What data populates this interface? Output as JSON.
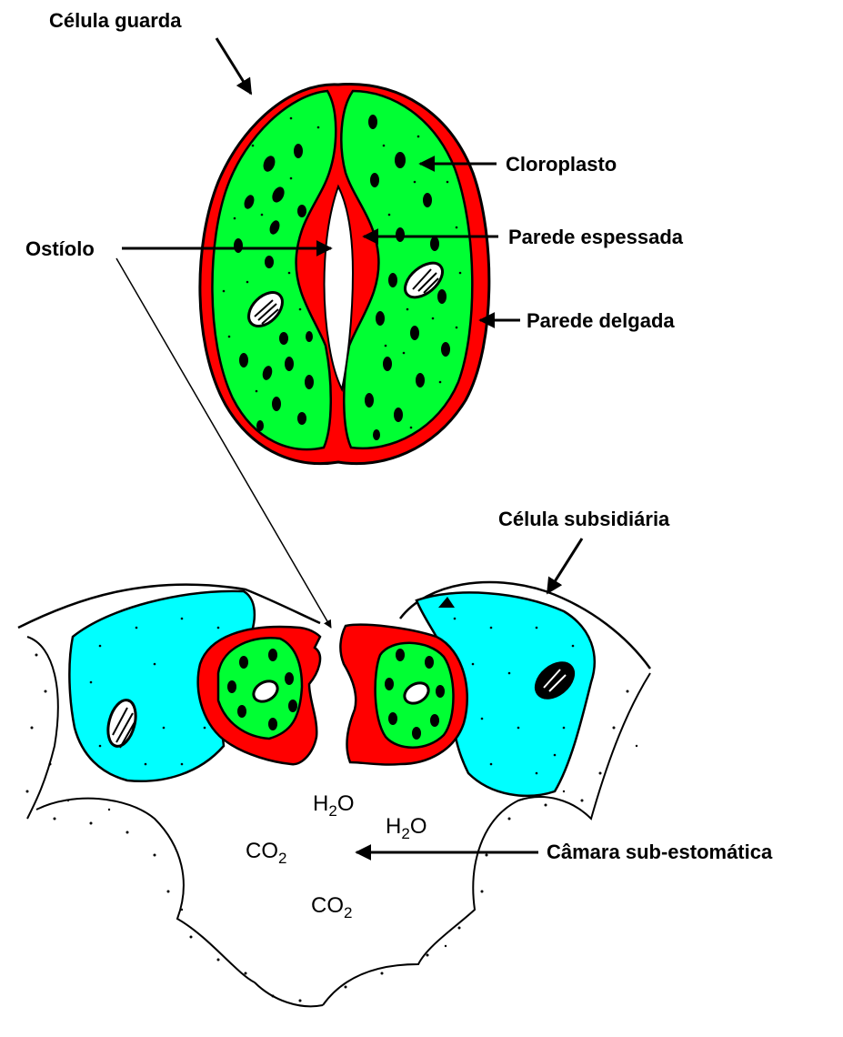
{
  "labels": {
    "guard_cell": "Célula guarda",
    "chloroplast": "Cloroplasto",
    "ostiole": "Ostíolo",
    "thick_wall": "Parede espessada",
    "thin_wall": "Parede delgada",
    "subsidiary_cell": "Célula subsidiária",
    "substomatal_chamber": "Câmara sub-estomática"
  },
  "molecules": {
    "water_1": {
      "base": "H",
      "sub": "2",
      "tail": "O"
    },
    "water_2": {
      "base": "H",
      "sub": "2",
      "tail": "O"
    },
    "co2_1": {
      "base": "CO",
      "sub": "2",
      "tail": ""
    },
    "co2_2": {
      "base": "CO",
      "sub": "2",
      "tail": ""
    }
  },
  "colors": {
    "cell_wall": "#ff0000",
    "cytoplasm_guard": "#00ff33",
    "cytoplasm_subsidiary": "#00ffff",
    "ink": "#000000",
    "background": "#ffffff"
  }
}
